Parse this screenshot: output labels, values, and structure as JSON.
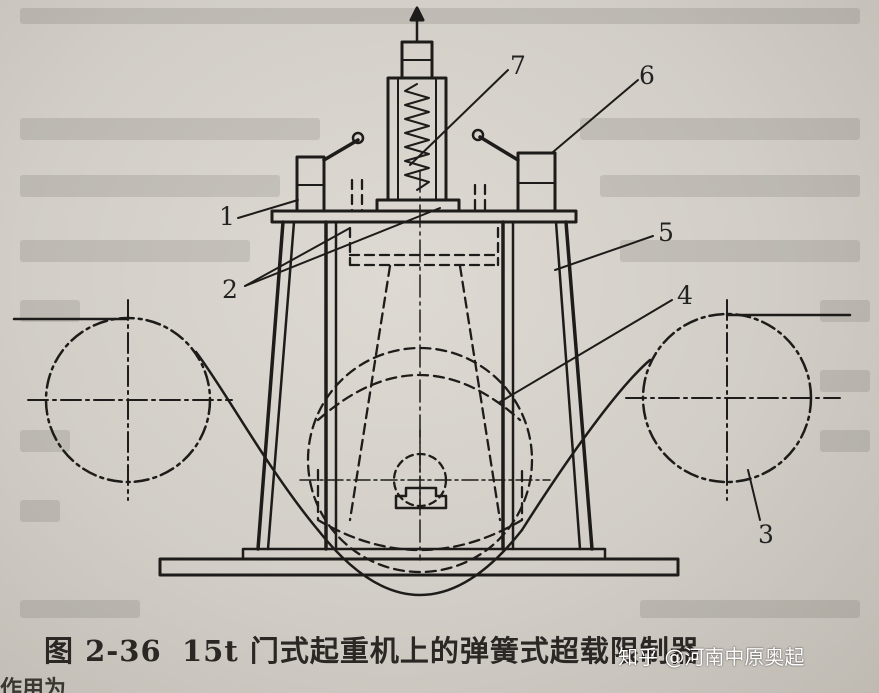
{
  "figure": {
    "number": "图 2-36",
    "title": "15t 门式起重机上的弹簧式超载限制器"
  },
  "part_labels": [
    "1",
    "2",
    "3",
    "4",
    "5",
    "6",
    "7"
  ],
  "watermark": {
    "text": "知乎 @河南中原奥起"
  },
  "bottom_cut_text": "作用为"
}
